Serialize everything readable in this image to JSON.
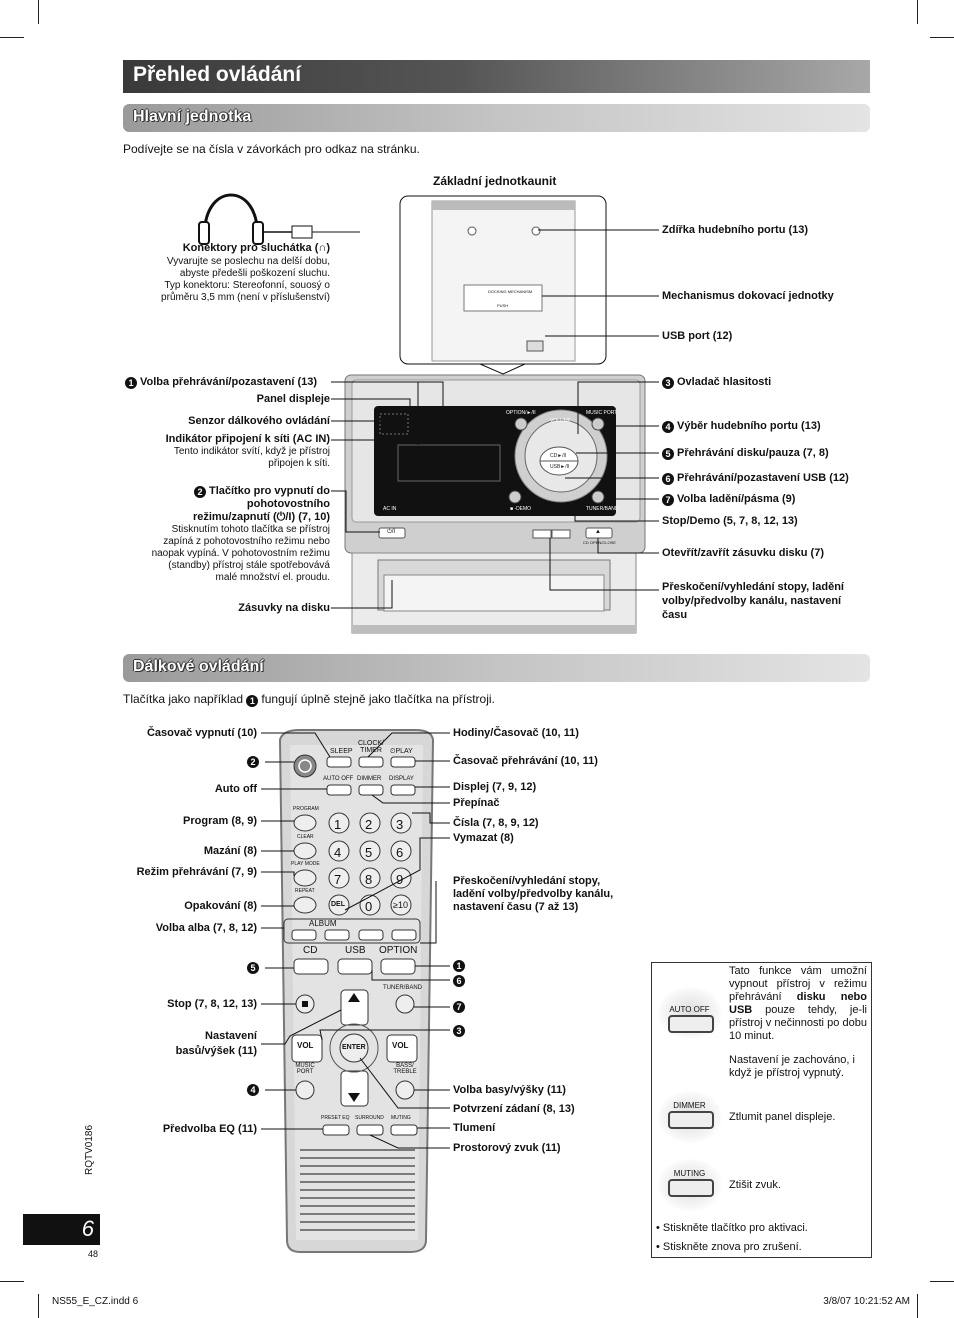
{
  "page_title": "Přehled ovládání",
  "main_unit": {
    "section_title": "Hlavní jednotka",
    "intro": "Podívejte se na čísla v závorkách pro odkaz na stránku.",
    "diagram_title": "Základní jednotkaunit",
    "labels": {
      "headphone": "Konektory pro sluchátka (∩)",
      "headphone_note": [
        "Vyvarujte se poslechu na delší dobu,",
        "abyste předešli poškození sluchu.",
        "Typ konektoru: Stereofonní, souosý o",
        "průměru 3,5 mm (není v příslušenství)"
      ],
      "music_port_jack": "Zdířka hudebního portu (13)",
      "dock_mechanism": "Mechanismus dokovací jednotky",
      "usb_port": "USB port (12)",
      "play_option": "Volba přehrávání/pozastavení (13)",
      "display_panel": "Panel displeje",
      "remote_sensor": "Senzor dálkového ovládání",
      "ac_in": "Indikátor připojení k síti (AC IN)",
      "ac_in_note": [
        "Tento indikátor svítí, když je přístroj",
        "připojen k síti."
      ],
      "standby_1": "Tlačítko pro vypnutí do",
      "standby_2": "pohotovostního",
      "standby_3": "režimu/zapnutí (⏻/I) (7, 10)",
      "standby_note": [
        "Stisknutím tohoto tlačítka se přístroj",
        "zapíná z pohotovostního režimu nebo",
        "naopak vypíná. V pohotovostním režimu",
        "(standby) přístroj stále spotřebovává",
        "malé množství el. proudu."
      ],
      "disc_trays": "Zásuvky na disku",
      "volume": "Ovladač hlasitosti",
      "music_port_select": "Výběr hudebního portu (13)",
      "cd_play": "Přehrávání disku/pauza (7, 8)",
      "usb_play": "Přehrávání/pozastavení USB (12)",
      "tuner_band": "Volba ladění/pásma (9)",
      "stop_demo": "Stop/Demo (5, 7, 8, 12, 13)",
      "open_close": "Otevřít/zavřít zásuvku disku (7)",
      "skip_1": "Přeskočení/vyhledání stopy, ladění",
      "skip_2": "volby/předvolby kanálu, nastavení",
      "skip_3": "času"
    },
    "device_text": {
      "option": "OPTION/►/II",
      "volume": "VOLUME",
      "music_port": "MUSIC PORT",
      "cd": "CD►/II",
      "usb": "USB►/II",
      "ac_in": "AC IN",
      "stop": "■ -DEMO",
      "tuner": "TUNER/BAND",
      "power": "⏻/I",
      "open": "▲",
      "open_lbl": "CD OPEN/CLOSE",
      "dock_label": "DOCKING MECHANISM",
      "push": "PUSH"
    }
  },
  "remote": {
    "section_title": "Dálkové ovládání",
    "intro_pre": "Tlačítka jako například",
    "intro_num": "1",
    "intro_post": "fungují úplně stejně jako tlačítka na přístroji.",
    "left_labels": {
      "sleep": "Časovač vypnutí (10)",
      "power_num": "2",
      "auto_off": "Auto off",
      "program": "Program (8, 9)",
      "clear": "Mazání (8)",
      "play_mode": "Režim přehrávání (7, 9)",
      "repeat": "Opakování (8)",
      "album": "Volba alba (7, 8, 12)",
      "cd_num": "5",
      "stop": "Stop (7, 8, 12, 13)",
      "bass_1": "Nastavení",
      "bass_2": "basů/výšek (11)",
      "music_num": "4",
      "preset_eq": "Předvolba EQ (11)"
    },
    "right_labels": {
      "clock": "Hodiny/Časovač (10, 11)",
      "play_timer": "Časovač přehrávání (10, 11)",
      "display": "Displej (7, 9, 12)",
      "switch": "Přepínač",
      "numbers": "Čísla (7, 8, 9, 12)",
      "delete": "Vymazat (8)",
      "skip_1": "Přeskočení/vyhledání stopy,",
      "skip_2": "ladění volby/předvolby kanálu,",
      "skip_3": "nastavení času (7 až 13)",
      "option_num": "1",
      "usb_num": "6",
      "tuner_num": "7",
      "vol_num": "3",
      "bass_treble": "Volba basy/výšky (11)",
      "enter": "Potvrzení zádaní (8, 13)",
      "muting": "Tlumení",
      "surround": "Prostorový zvuk (11)"
    },
    "buttons": {
      "sleep": "SLEEP",
      "clock": "CLOCK/ TIMER",
      "play": "⏲PLAY",
      "auto_off": "AUTO OFF",
      "dimmer": "DIMMER",
      "display": "DISPLAY",
      "program": "PROGRAM",
      "clear": "CLEAR",
      "play_mode": "PLAY MODE",
      "repeat": "REPEAT",
      "del": "DEL",
      "album": "ALBUM",
      "cd": "CD",
      "usb": "USB",
      "option": "OPTION",
      "tuner": "TUNER/BAND",
      "vol": "VOL",
      "enter": "ENTER",
      "music_port": "MUSIC PORT",
      "bass_treble": "BASS/ TREBLE",
      "preset_eq": "PRESET EQ",
      "surround": "SURROUND",
      "muting": "MUTING",
      "digits": [
        "1",
        "2",
        "3",
        "4",
        "5",
        "6",
        "7",
        "8",
        "9",
        "0",
        "≥10"
      ]
    }
  },
  "info_box": {
    "auto_off_btn": "AUTO OFF",
    "auto_off_text_1": "Tato funkce vám umožní vypnout přístroj v režimu přehrávání",
    "auto_off_bold": "disku nebo USB",
    "auto_off_text_2": "pouze tehdy, je-li přístroj v nečinnosti po dobu 10 minut.",
    "auto_off_text_3": "Nastavení je zachováno, i když je přístroj vypnutý.",
    "dimmer_btn": "DIMMER",
    "dimmer_text": "Ztlumit panel displeje.",
    "muting_btn": "MUTING",
    "muting_text": "Ztišit zvuk.",
    "bullets": [
      "Stiskněte tlačítko pro aktivaci.",
      "Stiskněte znova pro zrušení."
    ]
  },
  "side": {
    "code": "RQTV0186",
    "page_number": "6",
    "page_sub": "48"
  },
  "footer": {
    "file": "NS55_E_CZ.indd   6",
    "date": "3/8/07   10:21:52 AM"
  }
}
